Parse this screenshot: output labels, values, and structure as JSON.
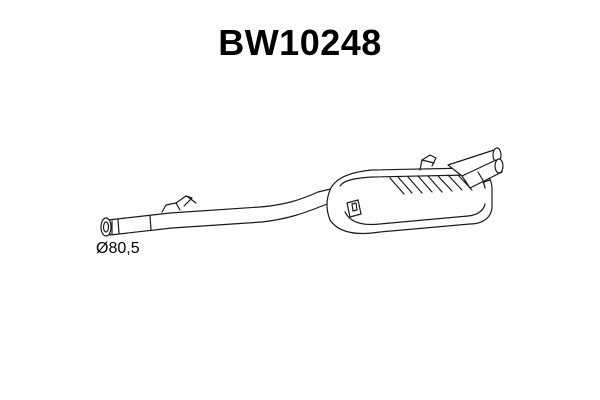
{
  "part": {
    "number": "BW10248"
  },
  "dimension": {
    "diameter_symbol": "Ø",
    "value": "80,5"
  },
  "colors": {
    "stroke": "#1a1a1a",
    "background": "#ffffff"
  }
}
